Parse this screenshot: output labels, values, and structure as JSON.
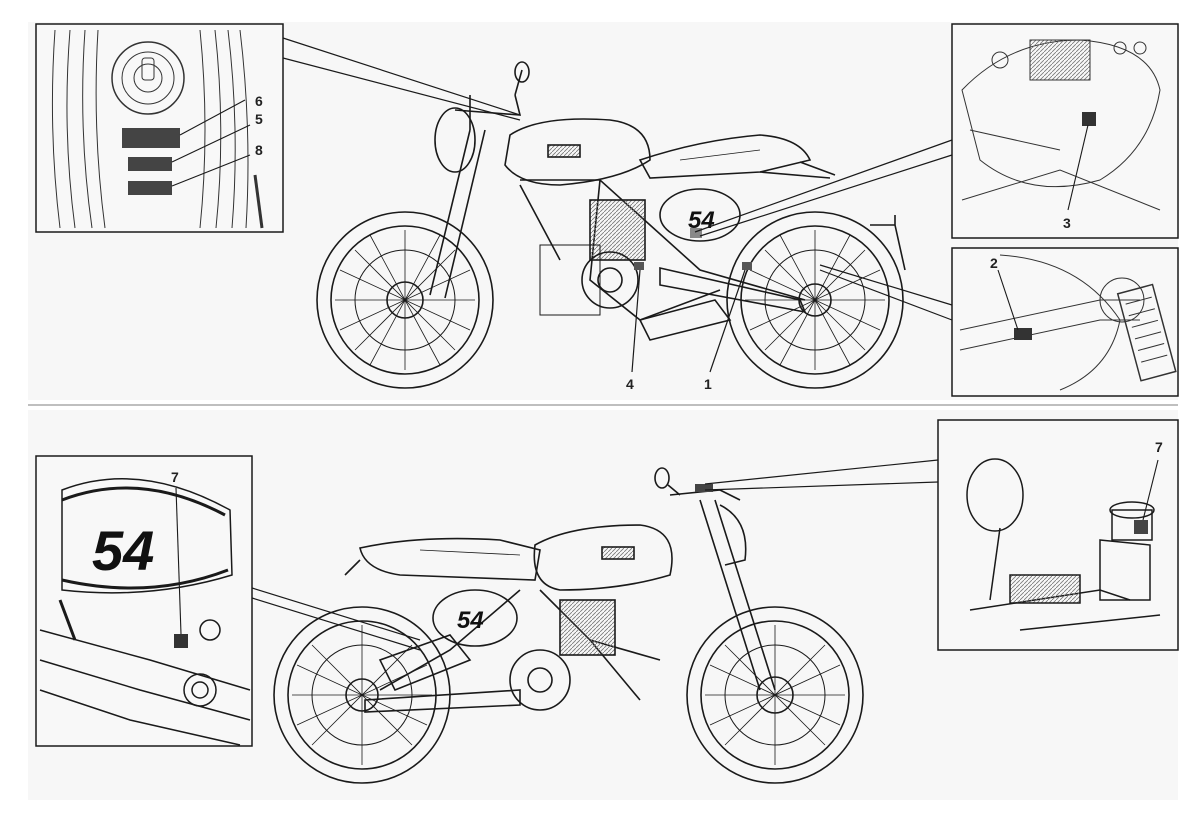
{
  "callouts": {
    "one": "1",
    "two": "2",
    "three": "3",
    "four": "4",
    "five": "5",
    "six": "6",
    "seven_left": "7",
    "seven_right": "7",
    "eight": "8"
  },
  "tank_number": {
    "top_bike": "54",
    "bottom_bike": "54",
    "zoom_panel": "54"
  },
  "colors": {
    "line": "#1a1a1a",
    "panel_bg": "#f6f6f6",
    "label_fill": "#444444"
  }
}
